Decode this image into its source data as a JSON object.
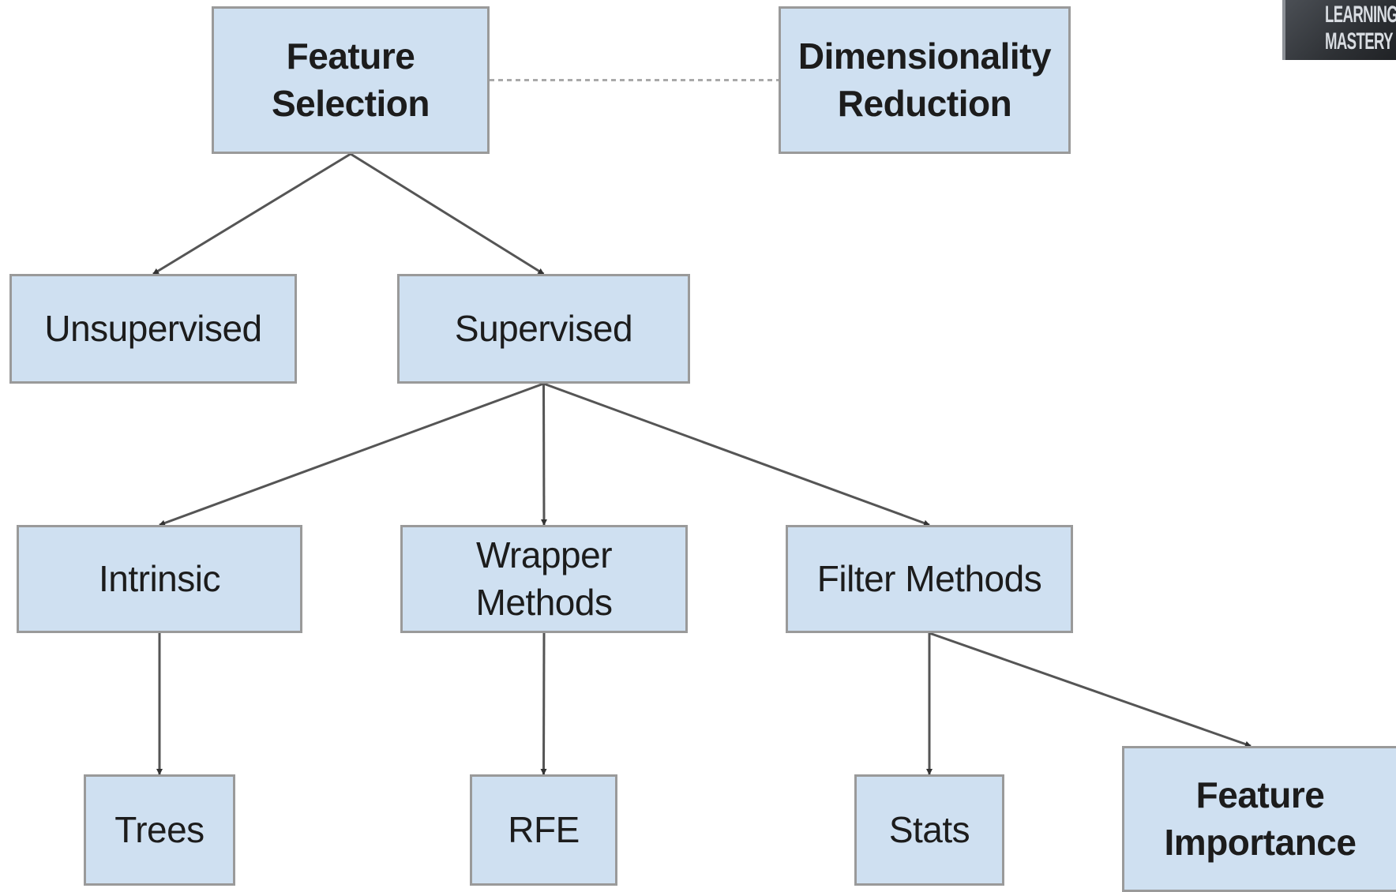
{
  "diagram": {
    "nodes": [
      {
        "id": "feature-selection",
        "label": "Feature\nSelection",
        "bold": true
      },
      {
        "id": "dim-reduction",
        "label": "Dimensionality\nReduction",
        "bold": true
      },
      {
        "id": "unsupervised",
        "label": "Unsupervised",
        "bold": false
      },
      {
        "id": "supervised",
        "label": "Supervised",
        "bold": false
      },
      {
        "id": "intrinsic",
        "label": "Intrinsic",
        "bold": false
      },
      {
        "id": "wrapper",
        "label": "Wrapper\nMethods",
        "bold": false
      },
      {
        "id": "filter",
        "label": "Filter Methods",
        "bold": false
      },
      {
        "id": "trees",
        "label": "Trees",
        "bold": false
      },
      {
        "id": "rfe",
        "label": "RFE",
        "bold": false
      },
      {
        "id": "stats",
        "label": "Stats",
        "bold": false
      },
      {
        "id": "feature-importance",
        "label": "Feature\nImportance",
        "bold": true
      }
    ],
    "edges": [
      {
        "from": "feature-selection",
        "to": "dim-reduction",
        "style": "dashed",
        "arrow": false
      },
      {
        "from": "feature-selection",
        "to": "unsupervised",
        "style": "solid",
        "arrow": true
      },
      {
        "from": "feature-selection",
        "to": "supervised",
        "style": "solid",
        "arrow": true
      },
      {
        "from": "supervised",
        "to": "intrinsic",
        "style": "solid",
        "arrow": true
      },
      {
        "from": "supervised",
        "to": "wrapper",
        "style": "solid",
        "arrow": true
      },
      {
        "from": "supervised",
        "to": "filter",
        "style": "solid",
        "arrow": true
      },
      {
        "from": "intrinsic",
        "to": "trees",
        "style": "solid",
        "arrow": true
      },
      {
        "from": "wrapper",
        "to": "rfe",
        "style": "solid",
        "arrow": true
      },
      {
        "from": "filter",
        "to": "stats",
        "style": "solid",
        "arrow": true
      },
      {
        "from": "filter",
        "to": "feature-importance",
        "style": "solid",
        "arrow": true
      }
    ],
    "colors": {
      "node_fill": "#cfe0f1",
      "node_border": "#9a9a9a",
      "edge": "#555555",
      "dashed_edge": "#a9a9a9"
    }
  },
  "logo": {
    "lines": [
      "LEARNING",
      "MASTERY"
    ]
  }
}
